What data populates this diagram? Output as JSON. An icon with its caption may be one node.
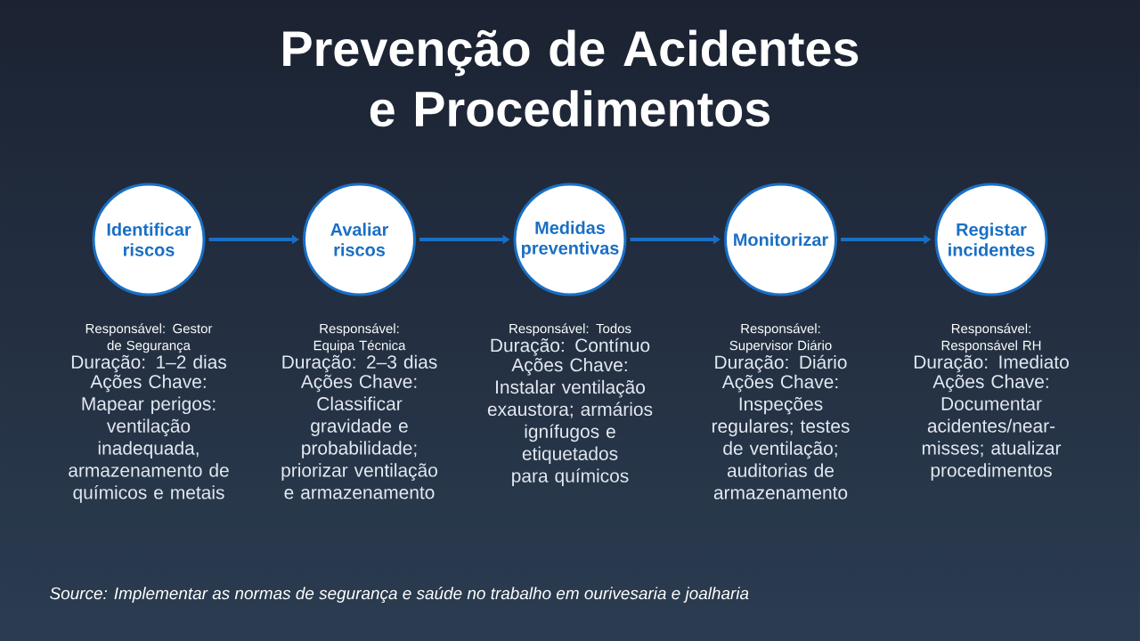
{
  "diagram": {
    "title": "Prevenção de Acidentes e Procedimentos",
    "caption": "Source: Implementar as normas de segurança e saúde no trabalho em ourivesaria e joalharia",
    "nodes": [
      {
        "text": [
          "Identificar riscos"
        ],
        "beside": [
          "Responsável: Gestor de Segurança",
          "Duração: 1–2 dias",
          "Ações Chave: Mapear perigos: ventilação inadequada, armazenamento de químicos e metais"
        ]
      },
      {
        "text": [
          "Avaliar riscos"
        ],
        "beside": [
          "Responsável: Equipa Técnica",
          "Duração: 2–3 dias",
          "Ações Chave: Classificar gravidade e probabilidade; priorizar ventilação e armazenamento"
        ]
      },
      {
        "text": [
          "Medidas preventivas"
        ],
        "beside": [
          "Responsável: Todos",
          "Duração: Contínuo",
          "Ações Chave: Instalar ventilação exaustora; armários ignífugos e etiquetados para químicos"
        ]
      },
      {
        "text": [
          "Monitorizar"
        ],
        "beside": [
          "Responsável: Supervisor Diário",
          "Duração: Diário",
          "Ações Chave: Inspeções regulares; testes de ventilação; auditorias de armazenamento"
        ]
      },
      {
        "text": [
          "Registar incidentes"
        ],
        "beside": [
          "Responsável: Responsável RH",
          "Duração: Imediato",
          "Ações Chave: Documentar acidentes/near-misses; atualizar procedimentos"
        ]
      }
    ],
    "edges": [
      {
        "from": 0,
        "to": 1,
        "arrow": "to"
      },
      {
        "from": 1,
        "to": 2,
        "arrow": "to"
      },
      {
        "from": 2,
        "to": 3,
        "arrow": "to"
      },
      {
        "from": 3,
        "to": 4,
        "arrow": "to"
      }
    ]
  }
}
